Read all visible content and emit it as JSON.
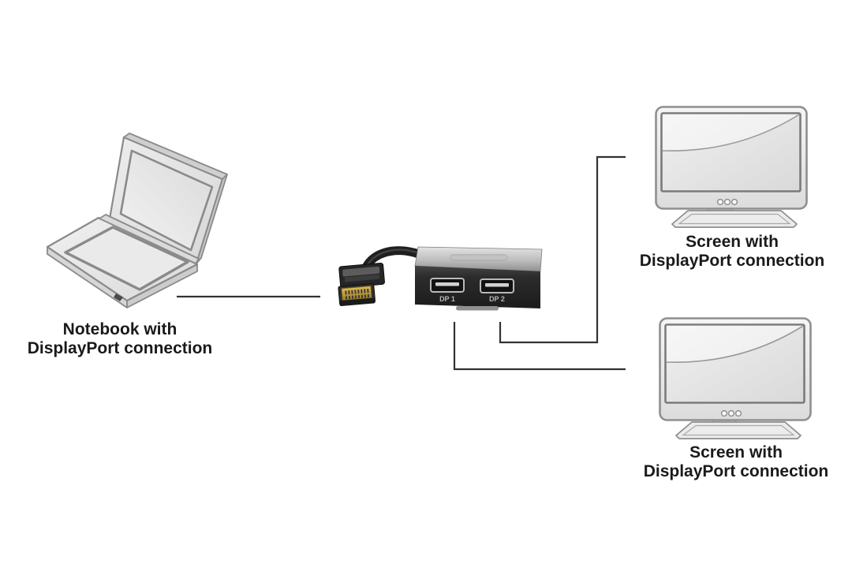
{
  "diagram": {
    "notebook_label": {
      "line1": "Notebook with",
      "line2": "DisplayPort connection"
    },
    "screen_top_label": {
      "line1": "Screen with",
      "line2": "DisplayPort connection"
    },
    "screen_bottom_label": {
      "line1": "Screen with",
      "line2": "DisplayPort connection"
    },
    "adapter": {
      "port1": "DP 1",
      "port2": "DP 2"
    },
    "colors": {
      "background": "#ffffff",
      "connection_line": "#333333",
      "label_text": "#1a1a1a",
      "art_stroke": "#8a8a8a",
      "art_fill": "#ececec",
      "adapter_body": "#262626",
      "port_label": "#b5b5b5",
      "connector_gold": "#bd9b30"
    }
  }
}
